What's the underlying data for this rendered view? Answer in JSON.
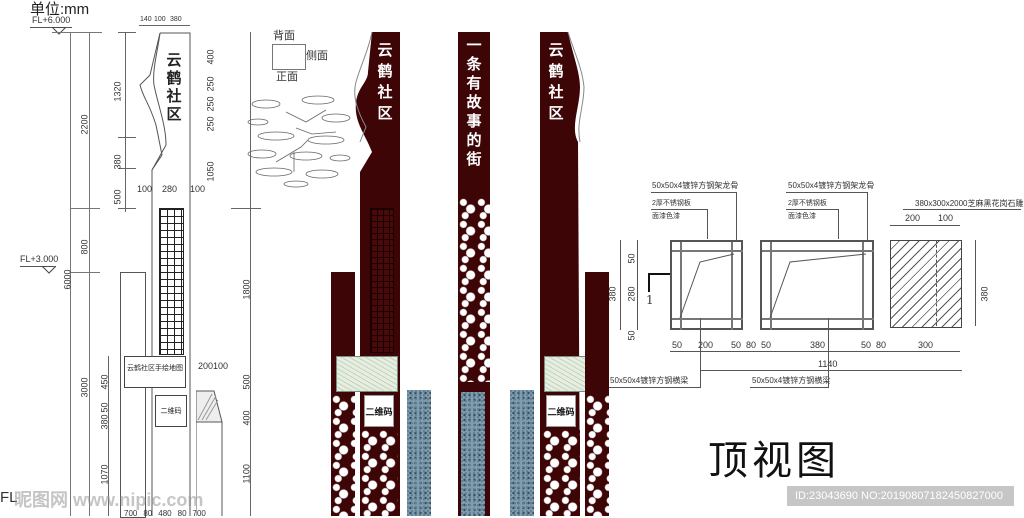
{
  "header": {
    "unit_label": "单位:mm"
  },
  "elevation": {
    "levels": {
      "top": "FL+6.000",
      "mid": "FL+3.000",
      "bottom": "FL"
    },
    "sign_text": [
      "云",
      "鹤",
      "社",
      "区"
    ],
    "top_widths": [
      "140",
      "100",
      "380"
    ],
    "body_widths": [
      "100",
      "280",
      "100"
    ],
    "left_dims": {
      "outer_total": "6000",
      "outer_upper": "2200",
      "outer_mid": "800",
      "outer_lower": "3000",
      "inner": [
        "1320",
        "380",
        "500"
      ],
      "lower_inner": [
        "450",
        "50",
        "380",
        "1070"
      ]
    },
    "right_dims": [
      "400",
      "250",
      "250",
      "250",
      "1050",
      "1800",
      "500",
      "400",
      "1100"
    ],
    "stone_widths": [
      "200",
      "100"
    ],
    "bottom_widths": [
      "700",
      "80",
      "480",
      "80",
      "700"
    ],
    "map_panel_label": "云鹤社区手绘地图",
    "qr_label": "二维码"
  },
  "orientation_key": {
    "back": "背面",
    "side": "侧面",
    "front": "正面"
  },
  "render": {
    "left_pillar_text": [
      "云",
      "鹤",
      "社",
      "区"
    ],
    "center_pillar_text": [
      "一",
      "条",
      "有",
      "故",
      "事",
      "的",
      "街"
    ],
    "right_pillar_text": [
      "云",
      "鹤",
      "社",
      "区"
    ],
    "qr_label_left": "二维码",
    "qr_label_right": "二维码",
    "colors": {
      "maroon": "#3d0506",
      "stone": "#7f9db0",
      "ornament": "#ffffff"
    }
  },
  "plan": {
    "title": "顶视图",
    "callouts": {
      "frame_keel_1": "50x50x4镀锌方钢架龙骨",
      "plate_1": "2厚不锈钢板",
      "paint_1": "面漆色漆",
      "frame_keel_2": "50x50x4镀锌方钢架龙骨",
      "plate_2": "2厚不锈钢板",
      "paint_2": "面漆色漆",
      "stone_column": "380x300x2000芝麻黑花岗石雕刻柱",
      "beam_1": "50x50x4镀锌方钢横梁",
      "beam_2": "50x50x4镀锌方钢横梁"
    },
    "section_mark": "1",
    "left_dims": {
      "total": "380",
      "parts": [
        "50",
        "280",
        "50"
      ]
    },
    "bottom_dims": [
      "50",
      "200",
      "50",
      "80",
      "50",
      "380",
      "50",
      "80",
      "300"
    ],
    "total_width": "1140",
    "stone_top_dims": [
      "200",
      "100"
    ],
    "stone_right_dim": "380"
  },
  "watermark": {
    "site_text": "昵图网 www.nipic.com",
    "id_text": "ID:23043690 NO:20190807182450827000"
  }
}
